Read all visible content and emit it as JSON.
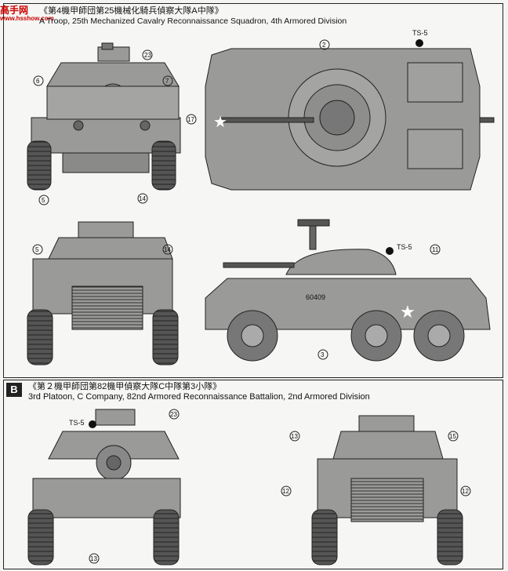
{
  "watermark": {
    "text": "高手网",
    "sub": "www.hsshow.com"
  },
  "section_a": {
    "title_line1": "《第4機甲師団第25機械化騎兵偵察大隊A中隊》",
    "title_line2": "A Troop, 25th Mechanized Cavalry Reconnaissance Squadron, 4th Armored Division"
  },
  "section_b": {
    "badge": "B",
    "title_line1": "《第２機甲師団第82機甲偵察大隊C中隊第3小隊》",
    "title_line2": "3rd Platoon, C Company, 82nd Armored Reconnaissance Battalion, 2nd Armored Division"
  },
  "paint_code": "TS-5",
  "serial": "60409",
  "part_numbers": {
    "p2": "2",
    "p3": "3",
    "p5": "5",
    "p6": "6",
    "p7": "7",
    "p11": "11",
    "p12": "12",
    "p13": "13",
    "p14": "14",
    "p15": "15",
    "p17": "17",
    "p23": "23"
  },
  "colors": {
    "vehicle": "#9a9a98",
    "outline": "#222222",
    "panel": "#f6f6f4"
  }
}
